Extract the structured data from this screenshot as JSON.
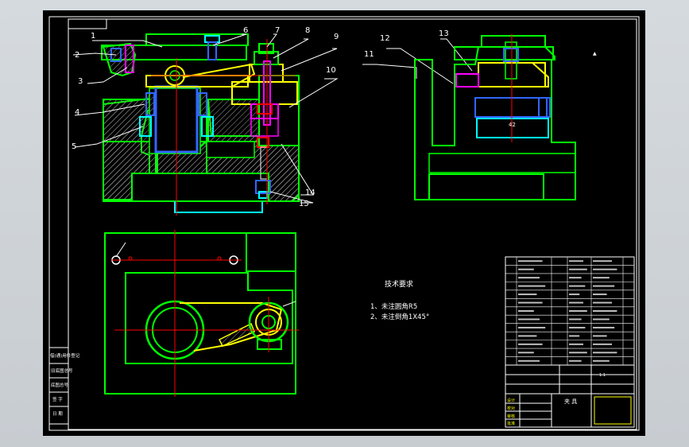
{
  "colors": {
    "background": "#000000",
    "frame": "#ffffff",
    "outline": "#00ff00",
    "center_line": "#ff0000",
    "arm": "#ffff00",
    "pin": "#00ffff",
    "bolt": "#3366ff",
    "spring": "#ff00ff",
    "hatch": "#9a9a9a",
    "text": "#ffffff"
  },
  "balloons": [
    "1",
    "2",
    "3",
    "4",
    "5",
    "6",
    "7",
    "8",
    "9",
    "10",
    "11",
    "12",
    "13",
    "14",
    "15"
  ],
  "dimensions": {
    "side_width": "42",
    "bottom_note": "1:1"
  },
  "tech_requirements": {
    "title": "技术要求",
    "items": [
      "1、未注圆角R5",
      "2、未注倒角1X45°"
    ]
  },
  "left_strip": [
    "借(通)用件登记",
    "旧底图总号",
    "底图总号",
    "签 字",
    "日 期"
  ],
  "title_block": {
    "drawing_title": "夹 具",
    "signatures": [
      "设计",
      "校对",
      "审核",
      "批准"
    ]
  }
}
